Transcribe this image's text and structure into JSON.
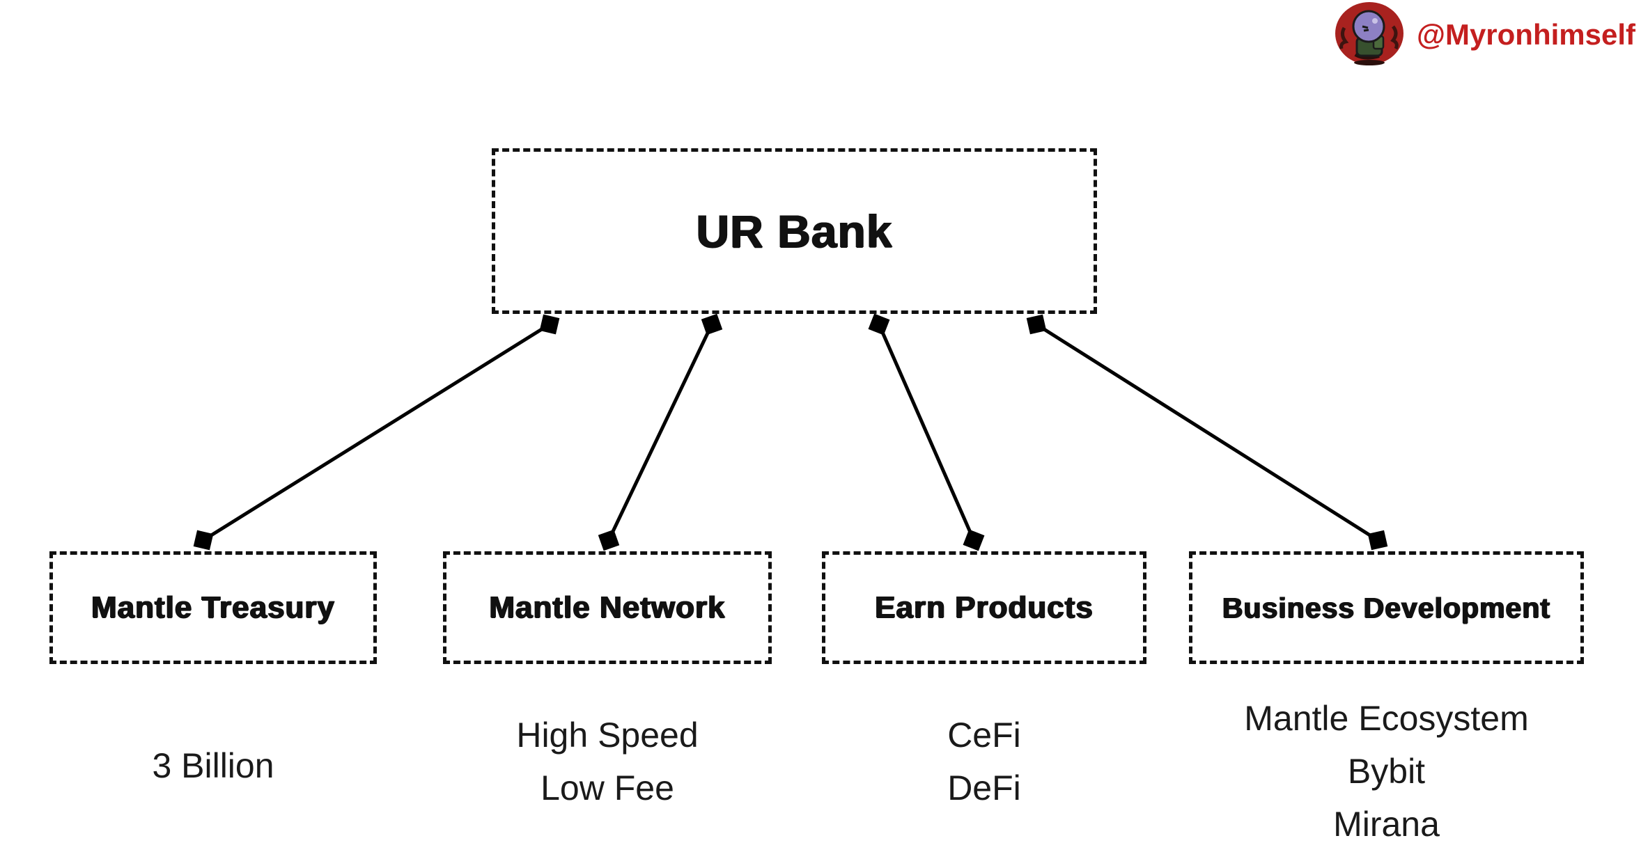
{
  "watermark": {
    "handle": "@Myronhimself",
    "handle_color": "#c41f1f",
    "avatar_icon": "red-circle-pixel-character-avatar"
  },
  "diagram": {
    "root": {
      "label": "UR Bank"
    },
    "children": [
      {
        "label": "Mantle Treasury",
        "details": [
          "3 Billion"
        ]
      },
      {
        "label": "Mantle Network",
        "details": [
          "High Speed",
          "Low Fee"
        ]
      },
      {
        "label": "Earn Products",
        "details": [
          "CeFi",
          "DeFi"
        ]
      },
      {
        "label": "Business Development",
        "details": [
          "Mantle Ecosystem",
          "Bybit",
          "Mirana"
        ]
      }
    ],
    "line_color": "#000000",
    "box_border_color": "#111111",
    "background_color": "#ffffff"
  }
}
